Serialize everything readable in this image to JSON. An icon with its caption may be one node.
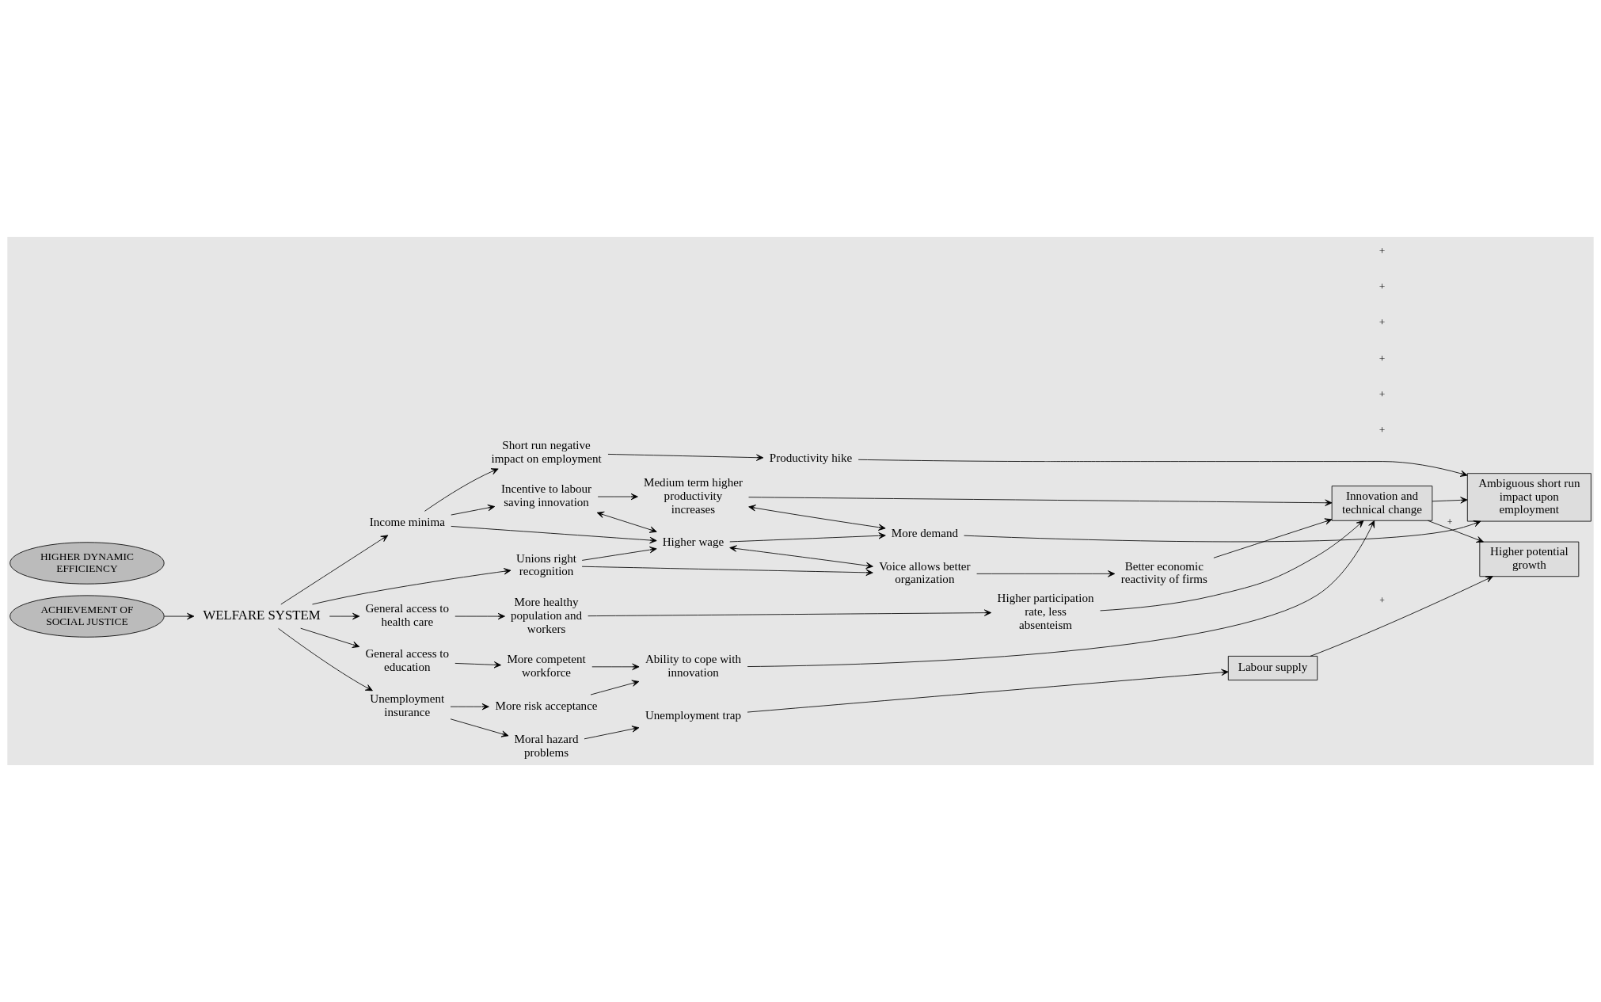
{
  "diagram": {
    "nodes": [
      {
        "text": [
          "ACHIEVEMENT OF SOCIAL JUSTICE"
        ]
      },
      {
        "text": [
          "Short run negative impact on employment"
        ]
      },
      {
        "text": [
          "Productivity hike"
        ]
      },
      {
        "text": [
          "Ambiguous short run impact upon employment"
        ]
      },
      {
        "text": [
          "Income minima"
        ]
      },
      {
        "text": [
          "Incentive to labour saving innovation"
        ]
      },
      {
        "text": [
          "Medium term higher productivity increases"
        ]
      },
      {
        "text": [
          "Innovation and technical change"
        ]
      },
      {
        "text": [
          "Higher wage"
        ]
      },
      {
        "text": [
          "More demand"
        ]
      },
      {
        "text": [
          "Unions right recognition"
        ]
      },
      {
        "text": [
          "Voice allows better organization"
        ]
      },
      {
        "text": [
          "Better economic reactivity of firms"
        ]
      },
      {
        "text": [
          "Higher potential growth"
        ]
      },
      {
        "text": [
          "HIGHER DYNAMIC EFFICIENCY"
        ]
      },
      {
        "text": [
          "WELFARE SYSTEM"
        ]
      },
      {
        "text": [
          "General access to health care"
        ]
      },
      {
        "text": [
          "More healthy population and workers"
        ]
      },
      {
        "text": [
          "Higher participation rate, less absenteism"
        ]
      },
      {
        "text": [
          "Labour supply"
        ]
      },
      {
        "text": [
          "General access to education"
        ]
      },
      {
        "text": [
          "More competent workforce"
        ]
      },
      {
        "text": [
          "Ability to cope with innovation"
        ]
      },
      {
        "text": [
          "Unemployment insurance"
        ]
      },
      {
        "text": [
          "More risk acceptance"
        ]
      },
      {
        "text": [
          "Moral hazard problems"
        ]
      },
      {
        "text": [
          "Unemployment trap"
        ]
      }
    ],
    "edges": [
      {
        "from": 0,
        "to": 15,
        "arrow": "to"
      },
      {
        "from": 15,
        "to": 4,
        "arrow": "to"
      },
      {
        "from": 15,
        "to": 10,
        "arrow": "to"
      },
      {
        "from": 15,
        "to": 16,
        "arrow": "to"
      },
      {
        "from": 15,
        "to": 20,
        "arrow": "to"
      },
      {
        "from": 15,
        "to": 23,
        "arrow": "to"
      },
      {
        "from": 4,
        "to": 1,
        "arrow": "to"
      },
      {
        "from": 4,
        "to": 5,
        "arrow": "to"
      },
      {
        "from": 4,
        "to": 8,
        "arrow": "to"
      },
      {
        "from": 1,
        "to": 2,
        "arrow": "to"
      },
      {
        "from": 2,
        "to": 3,
        "arrow": "to"
      },
      {
        "from": 5,
        "to": 6,
        "arrow": "to"
      },
      {
        "from": 6,
        "to": 7,
        "arrow": "to"
      },
      {
        "from": 5,
        "to": 8,
        "arrow": "both"
      },
      {
        "from": 8,
        "to": 11,
        "arrow": "both"
      },
      {
        "from": 6,
        "to": 9,
        "arrow": "both"
      },
      {
        "from": 8,
        "to": 9,
        "arrow": "to"
      },
      {
        "from": 9,
        "to": 3,
        "arrow": "to"
      },
      {
        "from": 10,
        "to": 8,
        "arrow": "to"
      },
      {
        "from": 10,
        "to": 11,
        "arrow": "to"
      },
      {
        "from": 11,
        "to": 12,
        "arrow": "to"
      },
      {
        "from": 12,
        "to": 7,
        "arrow": "to"
      },
      {
        "from": 18,
        "to": 7,
        "arrow": "to"
      },
      {
        "from": 22,
        "to": 7,
        "arrow": "to"
      },
      {
        "from": 16,
        "to": 17,
        "arrow": "to"
      },
      {
        "from": 17,
        "to": 18,
        "arrow": "to"
      },
      {
        "from": 20,
        "to": 21,
        "arrow": "to"
      },
      {
        "from": 21,
        "to": 22,
        "arrow": "to"
      },
      {
        "from": 23,
        "to": 24,
        "arrow": "to"
      },
      {
        "from": 23,
        "to": 25,
        "arrow": "to"
      },
      {
        "from": 24,
        "to": 22,
        "arrow": "to"
      },
      {
        "from": 25,
        "to": 26,
        "arrow": "to"
      },
      {
        "from": 26,
        "to": 19,
        "arrow": "to"
      },
      {
        "from": 7,
        "to": 3,
        "arrow": "to"
      },
      {
        "from": 7,
        "to": 13,
        "label": "+",
        "arrow": "to"
      },
      {
        "from": 19,
        "to": 13,
        "label": "+",
        "arrow": "to"
      }
    ],
    "labels": [
      "+",
      "+",
      "+",
      "+",
      "+",
      "+"
    ]
  }
}
